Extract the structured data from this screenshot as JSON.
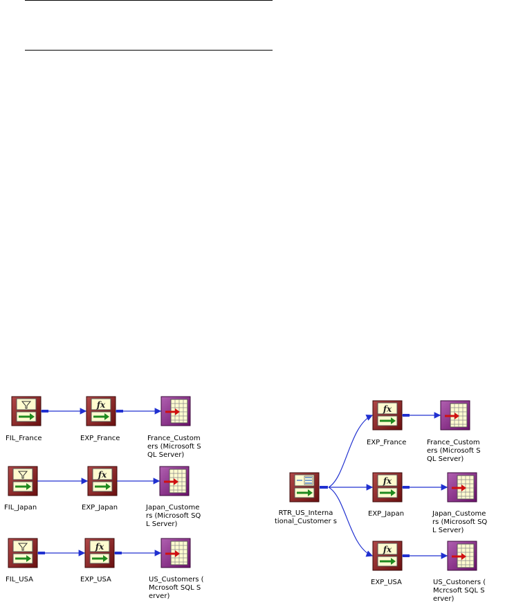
{
  "left_diagram": {
    "rows": [
      {
        "filter": "FIL_France",
        "expression": "EXP_France",
        "target": "France_Custom\ners (Microsoft S\nQL Server)"
      },
      {
        "filter": "FIL_Japan",
        "expression": "EXP_Japan",
        "target": "Japan_Custome\nrs (Microsoft SQ\nL Server)"
      },
      {
        "filter": "FIL_USA",
        "expression": "EXP_USA",
        "target": "US_Customers (\nMcrosoft SQL S\nerver)"
      }
    ]
  },
  "right_diagram": {
    "router": "RTR_US_Interna\ntional_Customer s",
    "branches": [
      {
        "expression": "EXP_France",
        "target": "France_Custom\ners (Microsoft S\nQL Server)"
      },
      {
        "expression": "EXP_Japan",
        "target": "Japan_Custome\nrs (Microsoft SQ\nL Server)"
      },
      {
        "expression": "EXP_USA",
        "target": "US_Custoners (\nMcrcsoft SQL S\nerver)"
      }
    ]
  },
  "colors": {
    "transform_red": "#8a1e1e",
    "target_purple": "#8a2a8a",
    "connector_blue": "#2030d0"
  }
}
